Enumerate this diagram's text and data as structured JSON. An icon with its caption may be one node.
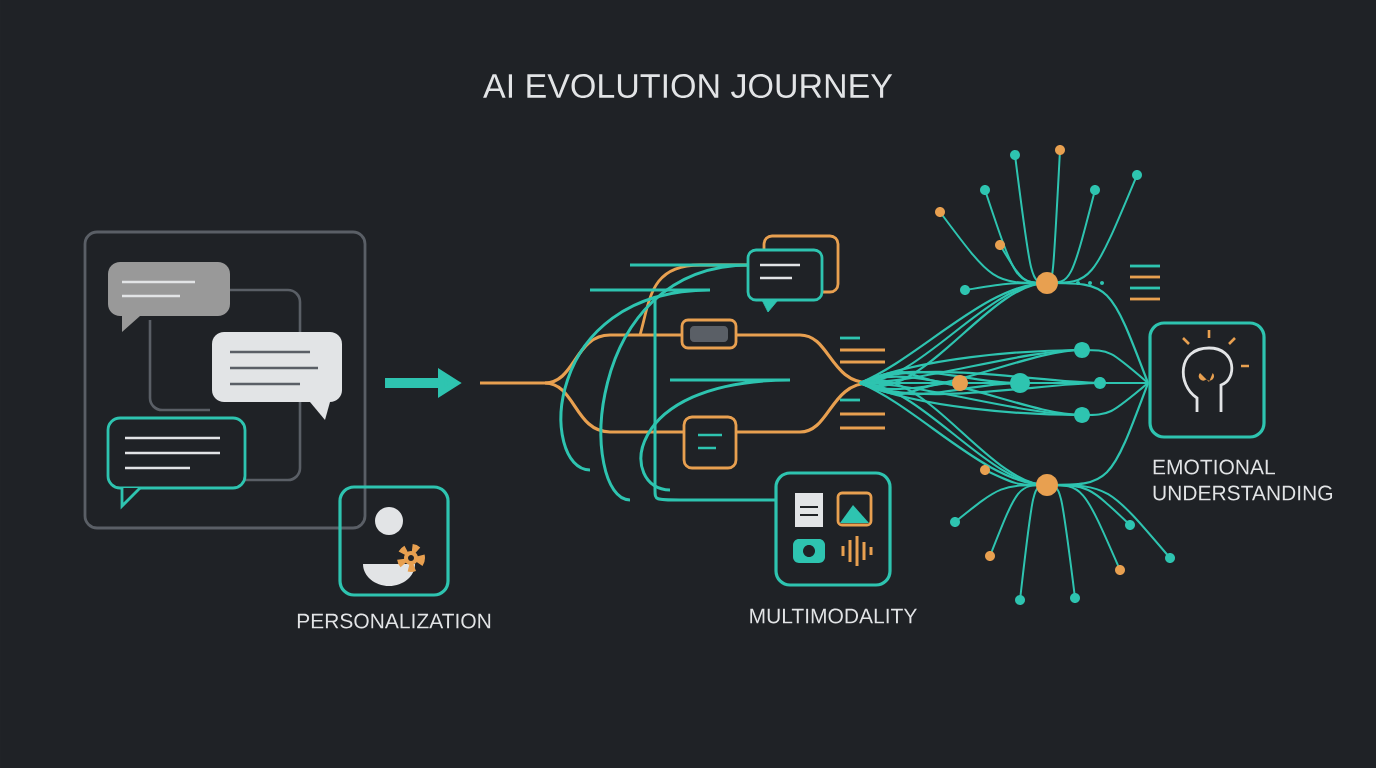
{
  "diagram": {
    "title": "AI EVOLUTION JOURNEY",
    "nodes": [
      {
        "text": [],
        "shape": "box"
      },
      {
        "text": [
          "PERSONALIZATION"
        ]
      },
      {
        "text": [
          "MULTIMODALITY"
        ]
      },
      {
        "text": [
          "EMOTIONAL UNDERSTANDING"
        ]
      }
    ]
  }
}
